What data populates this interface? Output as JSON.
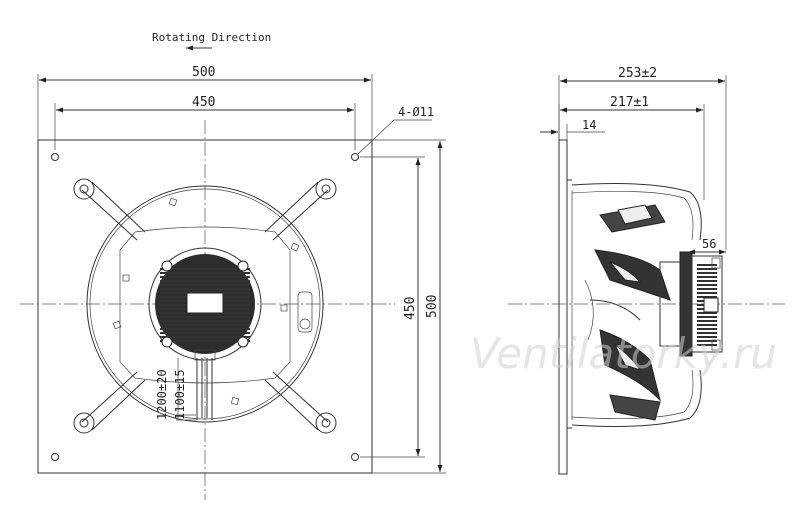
{
  "caption": "Rotating Direction",
  "front_view": {
    "dim_overall_width": "500",
    "dim_hole_spacing": "450",
    "dim_holes": "4-Ø11",
    "dim_hole_spacing_vertical": "450",
    "dim_overall_height": "500",
    "cable_label_1": "1200±20",
    "cable_label_2": "1100±15"
  },
  "side_view": {
    "dim_total_depth": "253±2",
    "dim_body_depth": "217±1",
    "dim_plate_thickness": "14",
    "dim_motor": "56"
  },
  "watermark": "Ventilatorky.ru"
}
